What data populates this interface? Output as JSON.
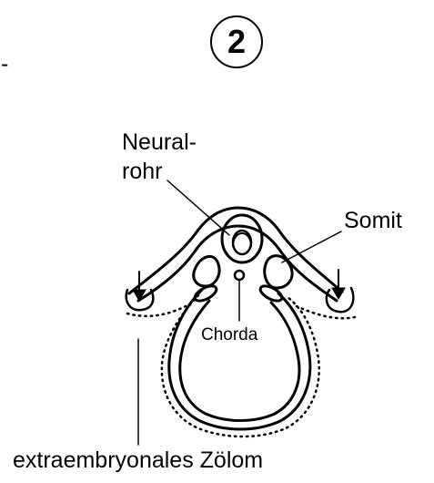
{
  "figure": {
    "number": "2",
    "dash": "-",
    "labels": {
      "neural_line1": "Neural-",
      "neural_line2": "rohr",
      "somit": "Somit",
      "chorda": "Chorda",
      "coelom": "extraembryonales Zölom"
    }
  }
}
